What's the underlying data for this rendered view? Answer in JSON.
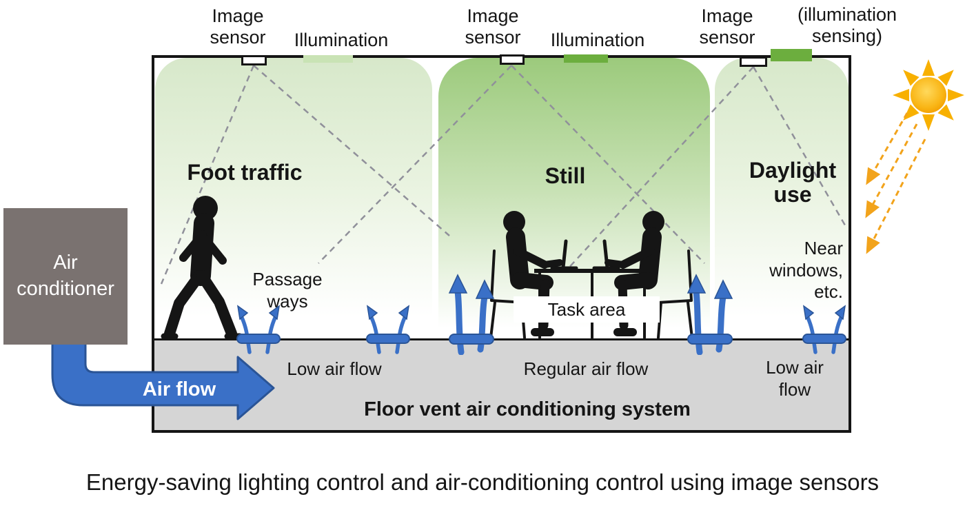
{
  "top_labels": {
    "sensor1": "Image sensor",
    "illumination1": "Illumination",
    "sensor2": "Image sensor",
    "illumination2": "Illumination",
    "sensor3": "Image sensor",
    "illumination_sensing": "(illumination sensing)"
  },
  "zones": {
    "zone1": {
      "title": "Foot traffic",
      "sublabel": "Passage ways",
      "airflow_label": "Low air flow"
    },
    "zone2": {
      "title": "Still",
      "sublabel": "Task area",
      "airflow_label": "Regular air flow"
    },
    "zone3": {
      "title": "Daylight use",
      "sublabel": "Near windows, etc.",
      "airflow_label": "Low air flow"
    }
  },
  "air_conditioner": {
    "label": "Air conditioner",
    "flow_label": "Air flow"
  },
  "floor": {
    "system_label": "Floor vent air conditioning system"
  },
  "caption": "Energy-saving lighting control and air-conditioning control using image sensors",
  "icons": {
    "sun": "sun-icon",
    "daylight_rays": "dashed-arrow-icon",
    "sensor_fov": "dashed-fov-lines-icon",
    "vent_low": "floor-vent-small-arrows-icon",
    "vent_regular": "floor-vent-large-arrows-icon",
    "air_duct": "elbow-arrow-icon",
    "walking_person": "walking-person-icon",
    "seated_people": "seated-people-at-table-icon"
  },
  "colors": {
    "accent_blue": "#3a70c7",
    "blue_outline": "#2a5496",
    "illumination_bright": "#6cae3e",
    "illumination_dim": "#c9e3b5",
    "cone_bright_top": "#9cca7c",
    "cone_dim_top": "#d7e8ca",
    "floor_gray": "#d5d5d5",
    "ac_gray": "#7a7270",
    "sun_orange": "#f6a200",
    "daylight_arrow": "#f2a31b",
    "fov_dash_gray": "#90909a",
    "ink": "#151515"
  }
}
